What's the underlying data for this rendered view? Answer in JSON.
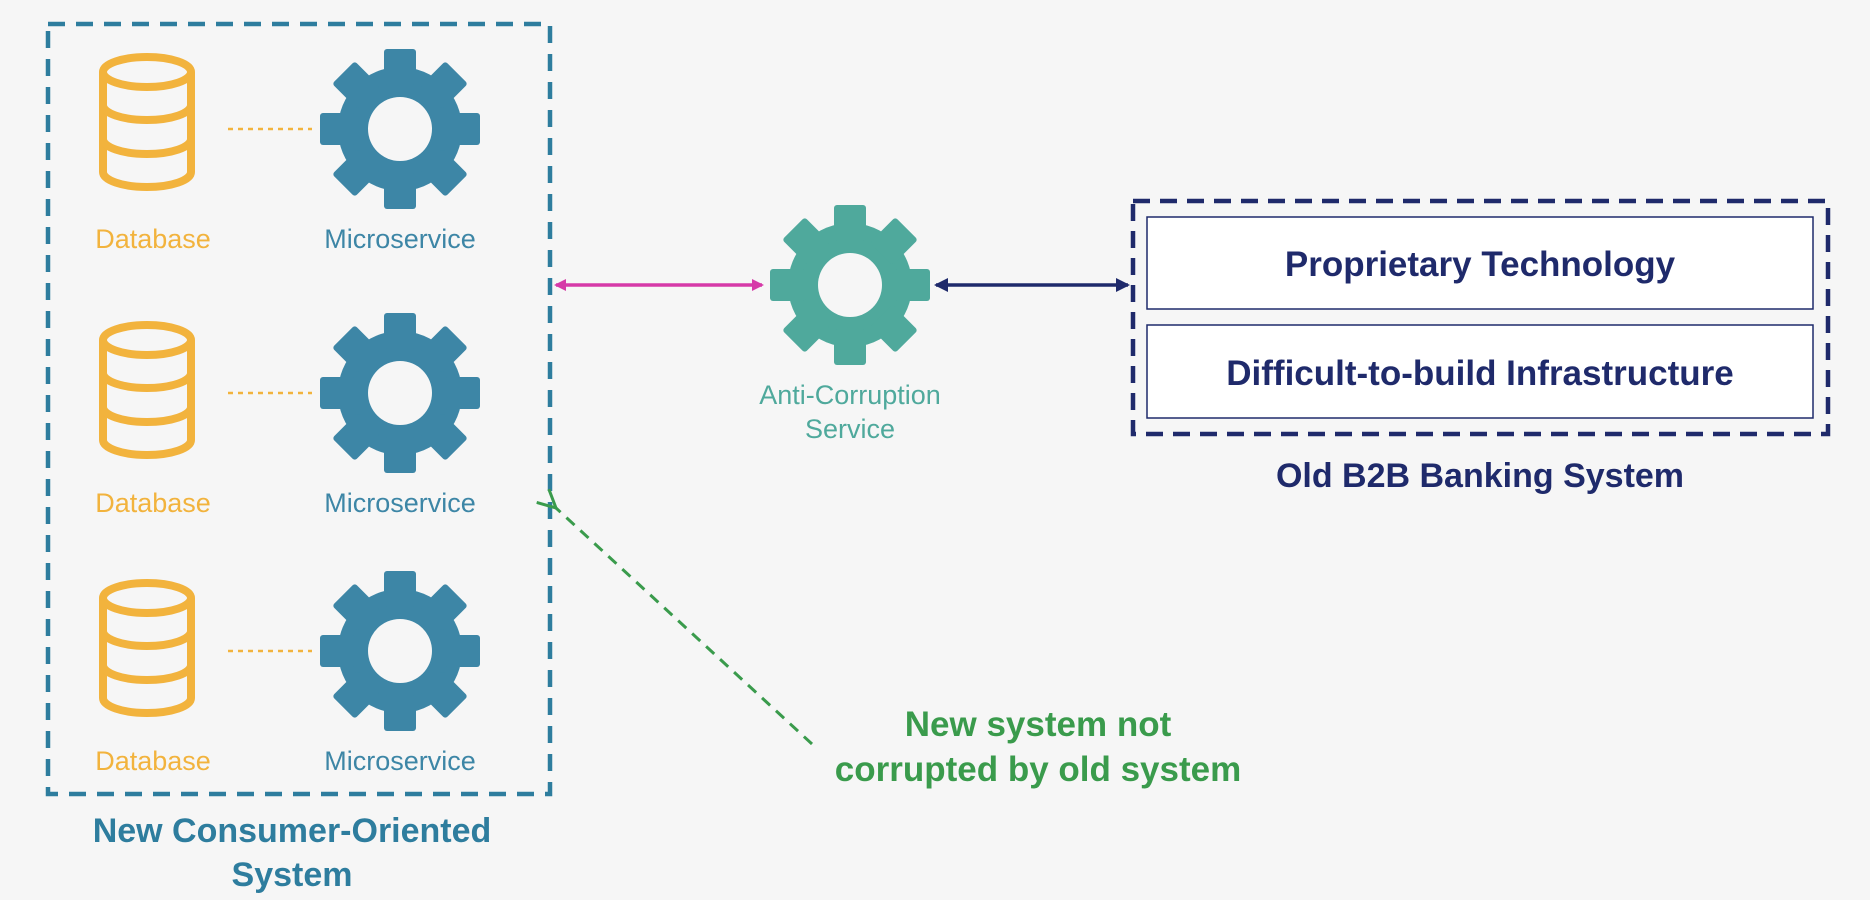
{
  "new_system": {
    "label_line1": "New Consumer-Oriented",
    "label_line2": "System",
    "services": [
      {
        "db_label": "Database",
        "ms_label": "Microservice"
      },
      {
        "db_label": "Database",
        "ms_label": "Microservice"
      },
      {
        "db_label": "Database",
        "ms_label": "Microservice"
      }
    ]
  },
  "anti_corruption": {
    "label_line1": "Anti-Corruption",
    "label_line2": "Service"
  },
  "old_system": {
    "label": "Old B2B Banking System",
    "boxes": [
      "Proprietary Technology",
      "Difficult-to-build Infrastructure"
    ]
  },
  "annotation": {
    "line1": "New system not",
    "line2": "corrupted by old system"
  },
  "colors": {
    "database": "#f2b33d",
    "microservice": "#3d86a6",
    "anti_corruption": "#4fa99c",
    "new_border": "#2e7d9e",
    "old_border": "#1f2a6b",
    "pink_arrow": "#d63aa8",
    "navy_arrow": "#1f2a6b",
    "green_note": "#3a9b4c"
  },
  "icons": {
    "database": "database-icon",
    "microservice": "gear-icon",
    "anti_corruption": "gear-icon"
  }
}
